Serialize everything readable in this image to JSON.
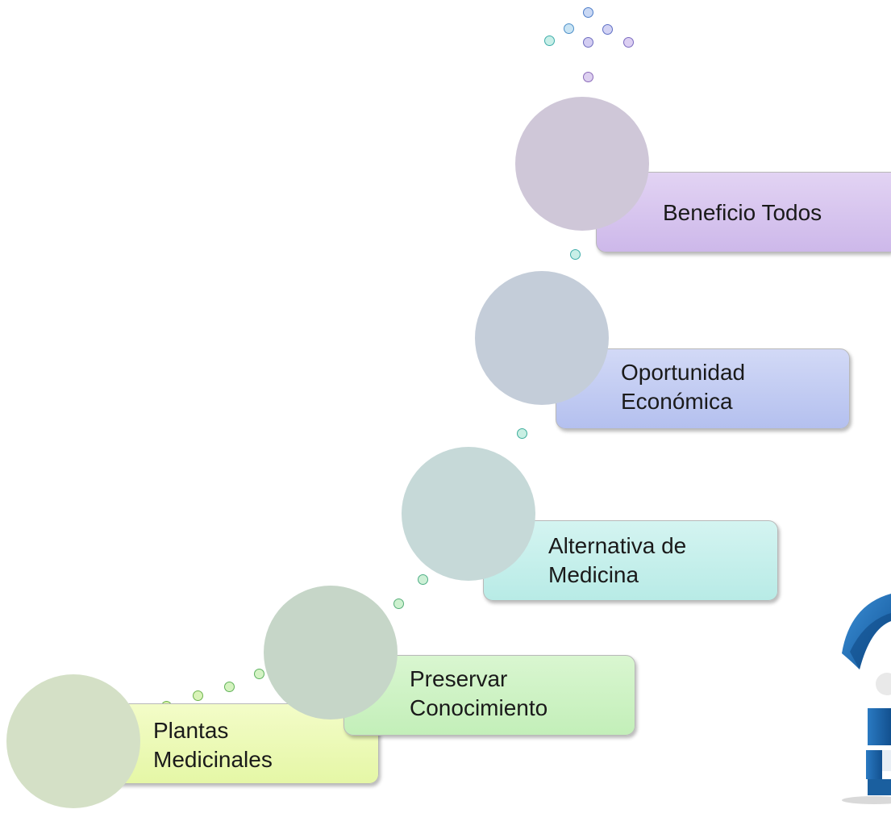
{
  "steps": [
    {
      "label": "Plantas\nMedicinales"
    },
    {
      "label": "Preservar\nConocimiento"
    },
    {
      "label": "Alternativa  de\nMedicina"
    },
    {
      "label": "Oportunidad\nEconómica"
    },
    {
      "label": "Beneficio Todos"
    }
  ],
  "colors": {
    "green_light": "#eef9b8",
    "green": "#cdf1c8",
    "teal": "#c4eeea",
    "blue": "#c2cbf1",
    "purple": "#d8c6ec",
    "circle_green": "#d4e0c6",
    "circle_sage": "#c6d6c8",
    "circle_teal": "#c6d9d8",
    "circle_blue": "#c4cdd9",
    "circle_purple": "#cfc7d8",
    "clipart_blue": "#1e6fb6"
  },
  "decoration": {
    "clipart": "person-with-umbrella-icon"
  }
}
